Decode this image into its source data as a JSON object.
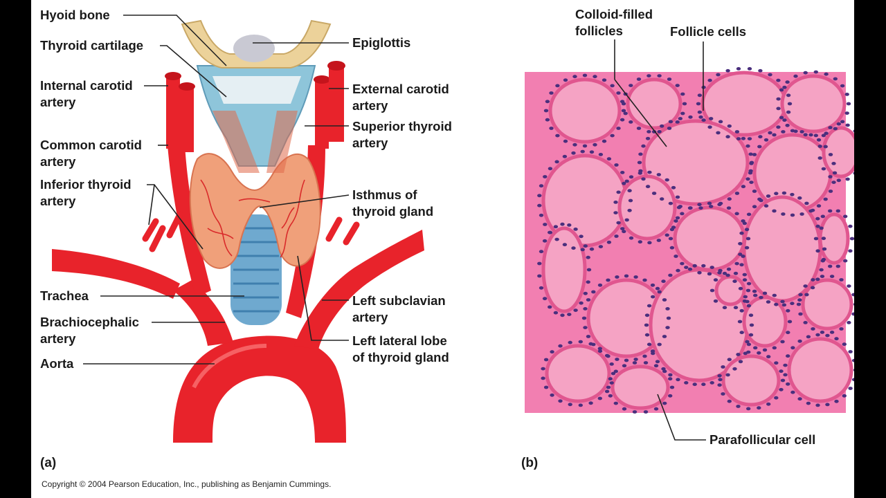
{
  "figure": {
    "panel_a": {
      "tag": "(a)",
      "labels": {
        "hyoid_bone": "Hyoid bone",
        "thyroid_cartilage": "Thyroid cartilage",
        "internal_carotid": "Internal carotid\nartery",
        "common_carotid": "Common carotid\nartery",
        "inferior_thyroid": "Inferior thyroid\nartery",
        "trachea": "Trachea",
        "brachiocephalic": "Brachiocephalic\nartery",
        "aorta": "Aorta",
        "epiglottis": "Epiglottis",
        "external_carotid": "External carotid\nartery",
        "superior_thyroid": "Superior thyroid\nartery",
        "isthmus": "Isthmus of\nthyroid gland",
        "left_subclavian": "Left subclavian\nartery",
        "left_lateral_lobe": "Left lateral lobe\nof thyroid gland"
      }
    },
    "panel_b": {
      "tag": "(b)",
      "labels": {
        "colloid_follicles": "Colloid-filled\nfollicles",
        "follicle_cells": "Follicle cells",
        "parafollicular_cell": "Parafollicular cell"
      }
    },
    "copyright": "Copyright © 2004 Pearson Education, Inc., publishing as Benjamin Cummings.",
    "colors": {
      "artery_red": "#e8232b",
      "gland_orange": "#f0a07a",
      "cartilage_blue": "#8ec5da",
      "trachea_blue": "#6fa9cf",
      "hyoid_tan": "#ecd29a",
      "tissue_pink": "#f27fb1",
      "colloid_pink": "#f5a3c4",
      "nucleus_purple": "#4a2f7d"
    }
  }
}
